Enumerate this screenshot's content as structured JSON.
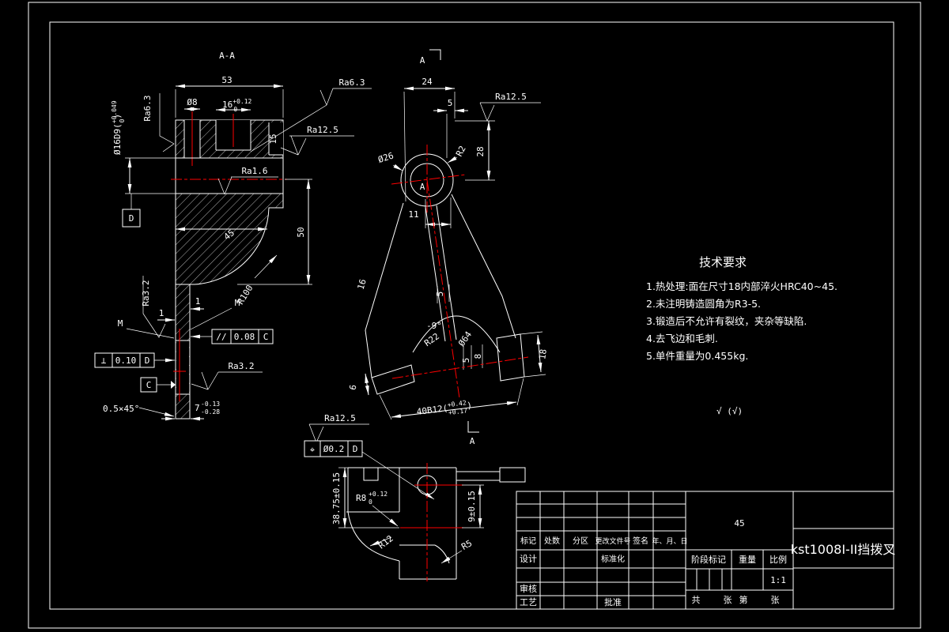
{
  "colors": {
    "background": "#000000",
    "line": "#ffffff",
    "centerline": "#ff0000"
  },
  "section_aa": {
    "title": "A-A",
    "dim_53": "53",
    "dim_o8": "Ø8",
    "dim_16": "16",
    "dim_16_up": "+0.12",
    "dim_16_dn": "0",
    "dim_15": "15",
    "dim_45": "45",
    "dim_50": "50",
    "dim_r100": "R100",
    "bore": "Ø16D9(",
    "bore_up": "+0.049",
    "bore_dn": "0",
    "bore_close": ")",
    "ra63_left": "Ra6.3",
    "ra63_top": "Ra6.3",
    "ra125": "Ra12.5",
    "ra16": "Ra1.6",
    "ra32_upper": "Ra3.2",
    "ra32_lower": "Ra3.2",
    "m_left": "M",
    "m_right": "M",
    "dim_1_left": "1",
    "dim_1_right": "1",
    "fcf_parallel_sym": "//",
    "fcf_parallel_val": "0.08",
    "fcf_parallel_ref": "C",
    "fcf_perp_sym": "⊥",
    "fcf_perp_val": "0.10",
    "fcf_perp_ref": "D",
    "datum_d": "D",
    "datum_c": "C",
    "chamfer": "0.5×45°",
    "dim_7": "7",
    "dim_7_up": "-0.13",
    "dim_7_dn": "-0.28"
  },
  "front": {
    "cut_label_top": "A",
    "cut_label_bottom": "A",
    "center_label": "A",
    "dim_24": "24",
    "dim_5_top": "5",
    "dim_28": "28",
    "dim_r2": "R2",
    "dim_o26": "Ø26",
    "dim_11": "11",
    "dim_16_arm": "16",
    "dim_5_arm": "5",
    "angle": "-9°",
    "dim_r22": "R22",
    "dim_o64": "Ø64",
    "dim_5_slot": "5",
    "dim_8_slot": "8",
    "dim_18": "18",
    "dim_6": "6",
    "slot_dim": "40B12(",
    "slot_up": "+0.42",
    "slot_dn": "+0.17",
    "slot_close": ")",
    "ra125": "Ra12.5"
  },
  "side": {
    "ra125": "Ra12.5",
    "fcf_pos_sym": "⌖",
    "fcf_pos_val": "Ø0.2",
    "fcf_pos_ref": "D",
    "dim_3875": "38.75±0.15",
    "dim_r8": "R8",
    "dim_r8_up": "+0.12",
    "dim_r8_dn": "0",
    "dim_9": "9±0.15",
    "dim_r12": "R12",
    "dim_r5": "R5"
  },
  "tech_req": {
    "title": "技术要求",
    "items": [
      "1.热处理:面在尺寸18内部淬火HRC40~45.",
      "2.未注明铸造圆角为R3-5.",
      "3.锻造后不允许有裂纹，夹杂等缺陷.",
      "4.去飞边和毛刺.",
      "5.单件重量为0.455kg."
    ],
    "finish_all": "√ (√)"
  },
  "title_block": {
    "material": "45",
    "part_name": "kst1008I-II挡拨叉",
    "scale_value": "1:1",
    "col_mark": "标记",
    "col_count": "处数",
    "col_zone": "分区",
    "col_doc": "更改文件号",
    "col_sign": "签名",
    "col_date": "年、月、日",
    "row_design": "设计",
    "row_standard": "标准化",
    "row_check": "审核",
    "row_process": "工艺",
    "row_approve": "批准",
    "stage": "阶段标记",
    "weight": "重量",
    "scale": "比例",
    "sheet_total": "共",
    "sheet_unit1": "张",
    "sheet_no": "第",
    "sheet_unit2": "张"
  }
}
